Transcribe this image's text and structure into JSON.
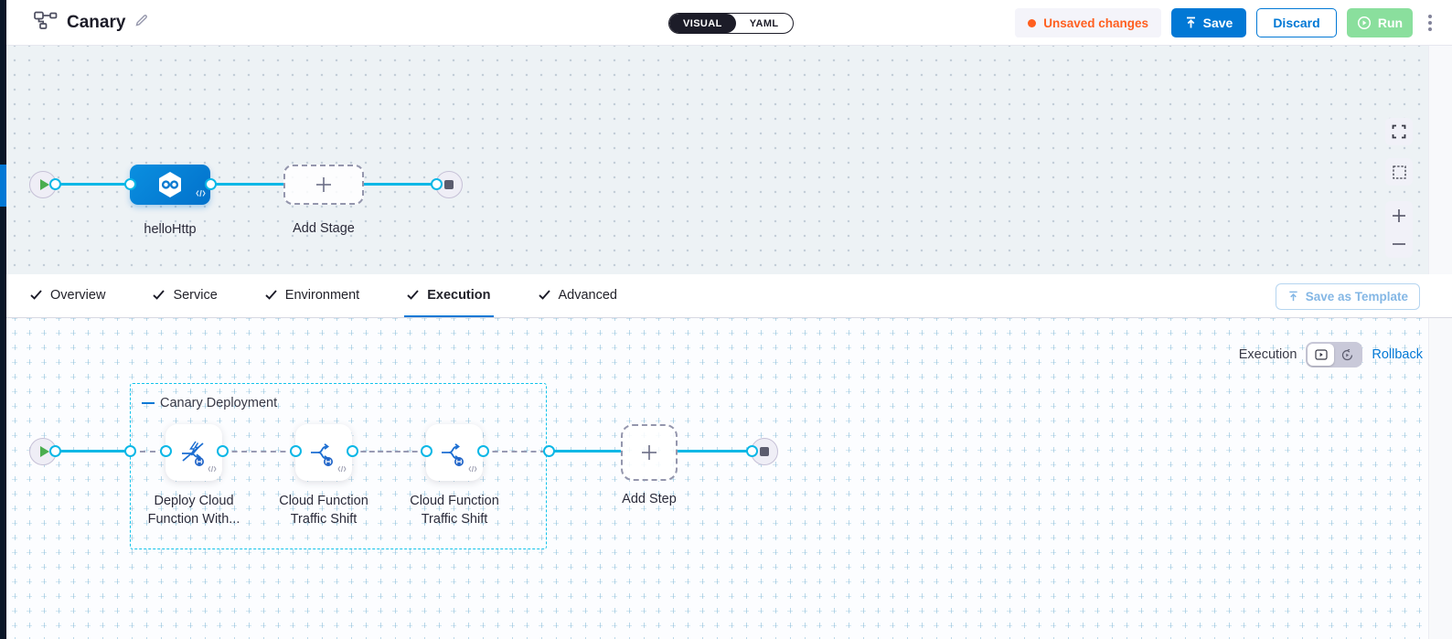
{
  "header": {
    "title": "Canary",
    "mode_visual": "VISUAL",
    "mode_yaml": "YAML",
    "unsaved": "Unsaved changes",
    "save": "Save",
    "discard": "Discard",
    "run": "Run"
  },
  "stage_canvas": {
    "stage_name": "helloHttp",
    "add_stage": "Add Stage"
  },
  "tabs": [
    {
      "label": "Overview"
    },
    {
      "label": "Service"
    },
    {
      "label": "Environment"
    },
    {
      "label": "Execution"
    },
    {
      "label": "Advanced"
    }
  ],
  "active_tab": "Execution",
  "save_as_template": "Save as Template",
  "execution_canvas": {
    "mode_label": "Execution",
    "rollback": "Rollback",
    "group_title": "Canary Deployment",
    "steps": [
      {
        "label_line1": "Deploy Cloud",
        "label_line2": "Function With..."
      },
      {
        "label_line1": "Cloud Function",
        "label_line2": "Traffic Shift"
      },
      {
        "label_line1": "Cloud Function",
        "label_line2": "Traffic Shift"
      }
    ],
    "add_step": "Add Step"
  },
  "colors": {
    "primary_blue": "#0278d5",
    "connector_cyan": "#0bb7e6",
    "group_border_cyan": "#12c3ea",
    "unsaved_orange": "#ff5f1f",
    "run_green": "#8adf9d",
    "toggle_dark": "#1c1c28",
    "rail_dark": "#0a1627"
  }
}
